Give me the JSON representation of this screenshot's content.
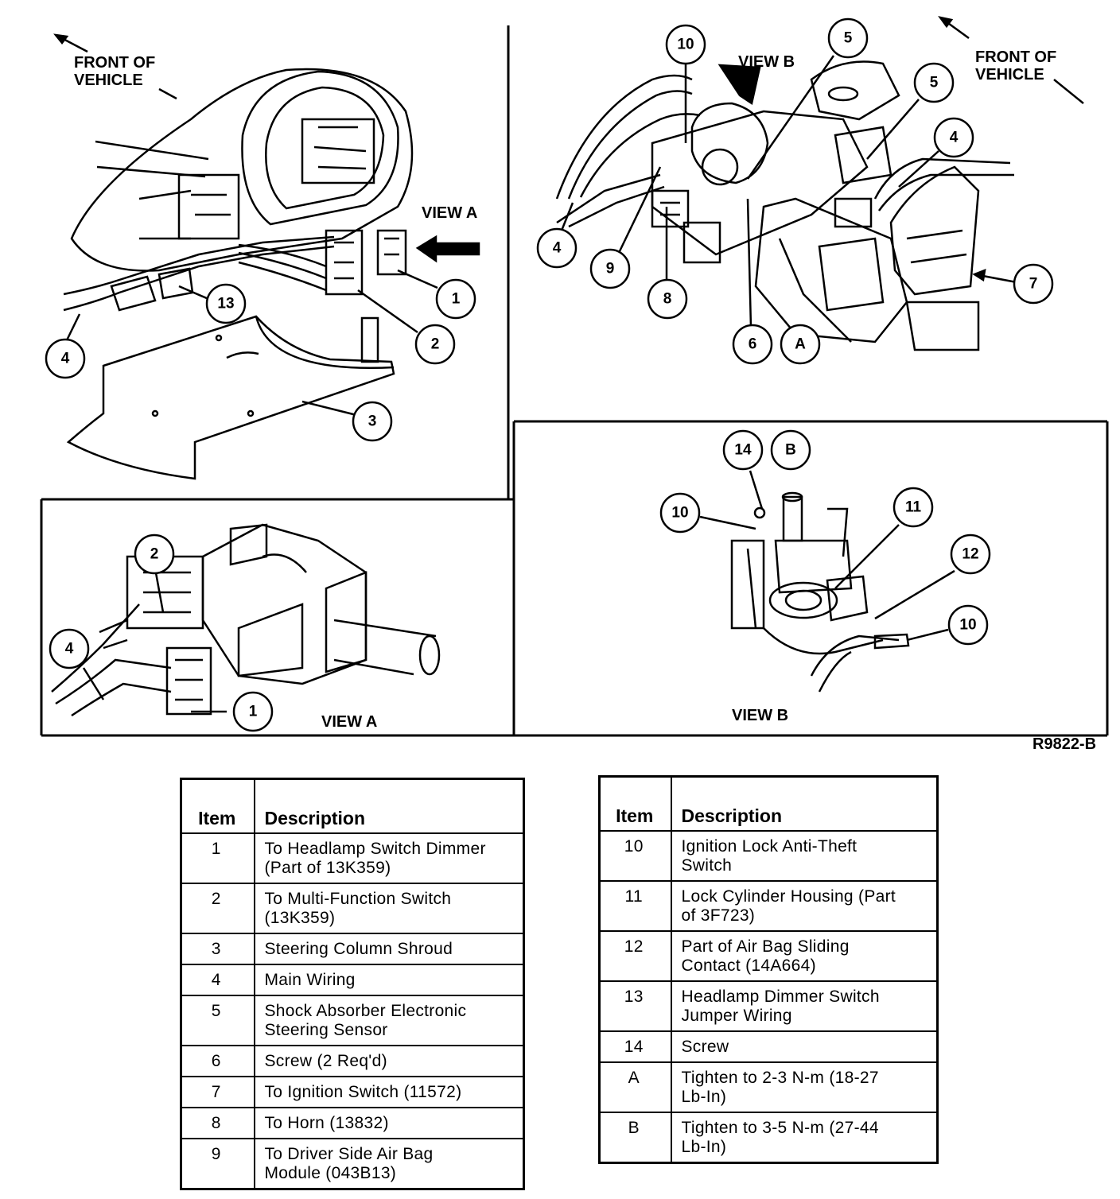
{
  "labels": {
    "front_of_vehicle": [
      "FRONT OF",
      "VEHICLE"
    ],
    "view_a": "VIEW A",
    "view_b": "VIEW B",
    "drawing_code": "R9822-B"
  },
  "callouts": {
    "main_left": [
      "4",
      "13",
      "2",
      "1",
      "3"
    ],
    "main_right": [
      "10",
      "5",
      "5",
      "4",
      "4",
      "9",
      "8",
      "6",
      "A",
      "7"
    ],
    "view_a": [
      "2",
      "4",
      "1"
    ],
    "view_b": [
      "14",
      "B",
      "10",
      "11",
      "12",
      "10"
    ]
  },
  "legend_left": {
    "headers": {
      "item": "Item",
      "description": "Description"
    },
    "rows": [
      {
        "item": "1",
        "description": [
          "To Headlamp Switch Dimmer",
          "(Part of 13K359)"
        ]
      },
      {
        "item": "2",
        "description": [
          "To Multi-Function Switch",
          "(13K359)"
        ]
      },
      {
        "item": "3",
        "description": [
          "Steering Column Shroud"
        ]
      },
      {
        "item": "4",
        "description": [
          "Main Wiring"
        ]
      },
      {
        "item": "5",
        "description": [
          "Shock Absorber Electronic",
          "Steering Sensor"
        ]
      },
      {
        "item": "6",
        "description": [
          "Screw (2 Req'd)"
        ]
      },
      {
        "item": "7",
        "description": [
          "To Ignition Switch (11572)"
        ]
      },
      {
        "item": "8",
        "description": [
          "To Horn (13832)"
        ]
      },
      {
        "item": "9",
        "description": [
          "To Driver Side Air Bag",
          "Module (043B13)"
        ]
      }
    ]
  },
  "legend_right": {
    "headers": {
      "item": "Item",
      "description": "Description"
    },
    "rows": [
      {
        "item": "10",
        "description": [
          "Ignition Lock Anti-Theft",
          "Switch"
        ]
      },
      {
        "item": "11",
        "description": [
          "Lock Cylinder Housing (Part",
          "of 3F723)"
        ]
      },
      {
        "item": "12",
        "description": [
          "Part of Air Bag Sliding",
          "Contact (14A664)"
        ]
      },
      {
        "item": "13",
        "description": [
          "Headlamp Dimmer Switch",
          "Jumper Wiring"
        ]
      },
      {
        "item": "14",
        "description": [
          "Screw"
        ]
      },
      {
        "item": "A",
        "description": [
          "Tighten to 2-3 N-m (18-27",
          "Lb-In)"
        ]
      },
      {
        "item": "B",
        "description": [
          "Tighten to 3-5 N-m (27-44",
          "Lb-In)"
        ]
      }
    ]
  }
}
